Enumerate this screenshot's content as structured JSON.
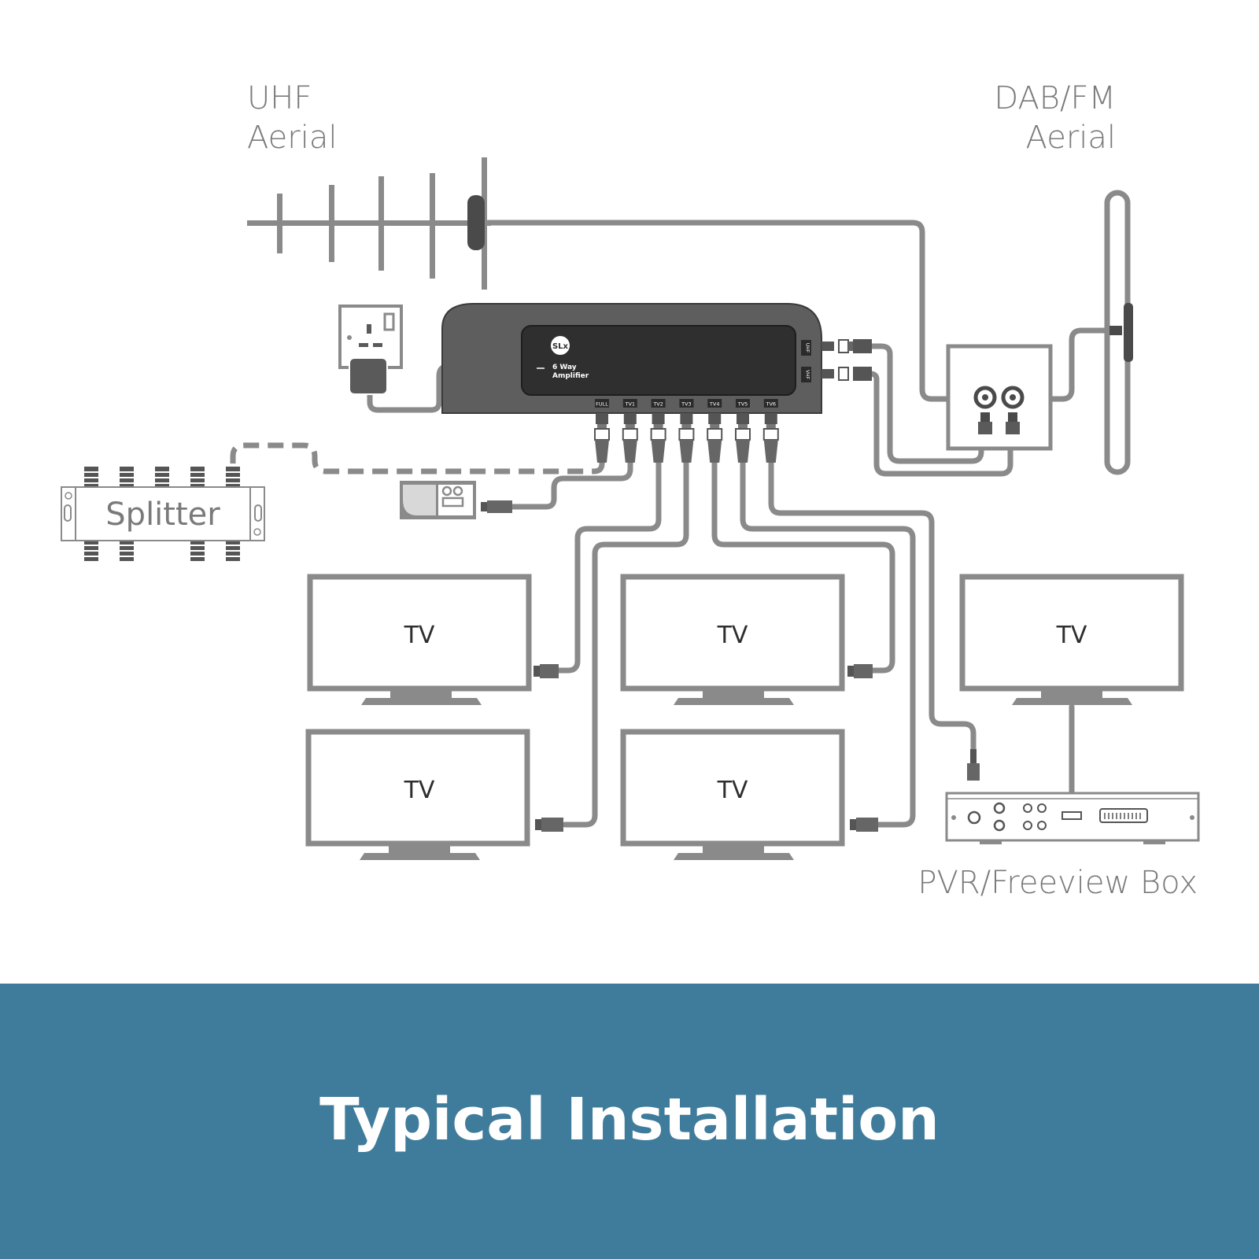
{
  "labels": {
    "uhf_aerial": [
      "UHF",
      "Aerial"
    ],
    "dab_aerial": [
      "DAB/FM",
      "Aerial"
    ],
    "splitter": "Splitter",
    "pvr": "PVR/Freeview Box",
    "tv": "TV"
  },
  "amplifier": {
    "brand": "SLx",
    "model_line1": "6 Way",
    "model_line2": "Amplifier",
    "ports": [
      "FULL",
      "TV1",
      "TV2",
      "TV3",
      "TV4",
      "TV5",
      "TV6"
    ],
    "inputs": [
      "UHF",
      "VHF"
    ]
  },
  "banner": {
    "title": "Typical Installation"
  },
  "colors": {
    "line": "#8a8a8a",
    "device": "#5a5a5a",
    "banner": "#3f7c9b"
  }
}
